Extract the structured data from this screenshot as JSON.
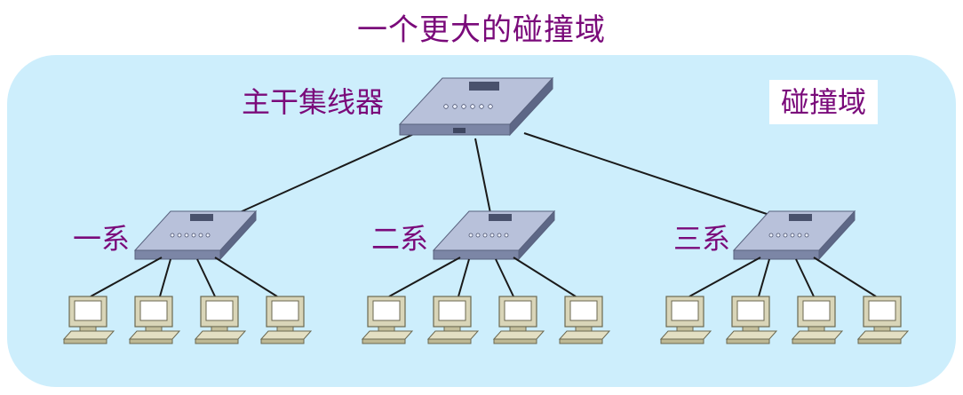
{
  "title": "一个更大的碰撞域",
  "domain_label": "碰撞域",
  "colors": {
    "text": "#7a0a7a",
    "domain_fill": "#cdeefc",
    "hub_top": "#b6bfd8",
    "hub_side": "#6f7a9a",
    "link": "#1a1a1a",
    "pc_body": "#d9d5b8",
    "pc_screen": "#ffffff"
  },
  "backbone": {
    "label": "主干集线器",
    "icon": "hub-icon"
  },
  "departments": [
    {
      "id": "dept-1",
      "label": "一系",
      "icon": "hub-icon",
      "computers": 4
    },
    {
      "id": "dept-2",
      "label": "二系",
      "icon": "hub-icon",
      "computers": 4
    },
    {
      "id": "dept-3",
      "label": "三系",
      "icon": "hub-icon",
      "computers": 4
    }
  ],
  "computer_icon": "computer-icon"
}
